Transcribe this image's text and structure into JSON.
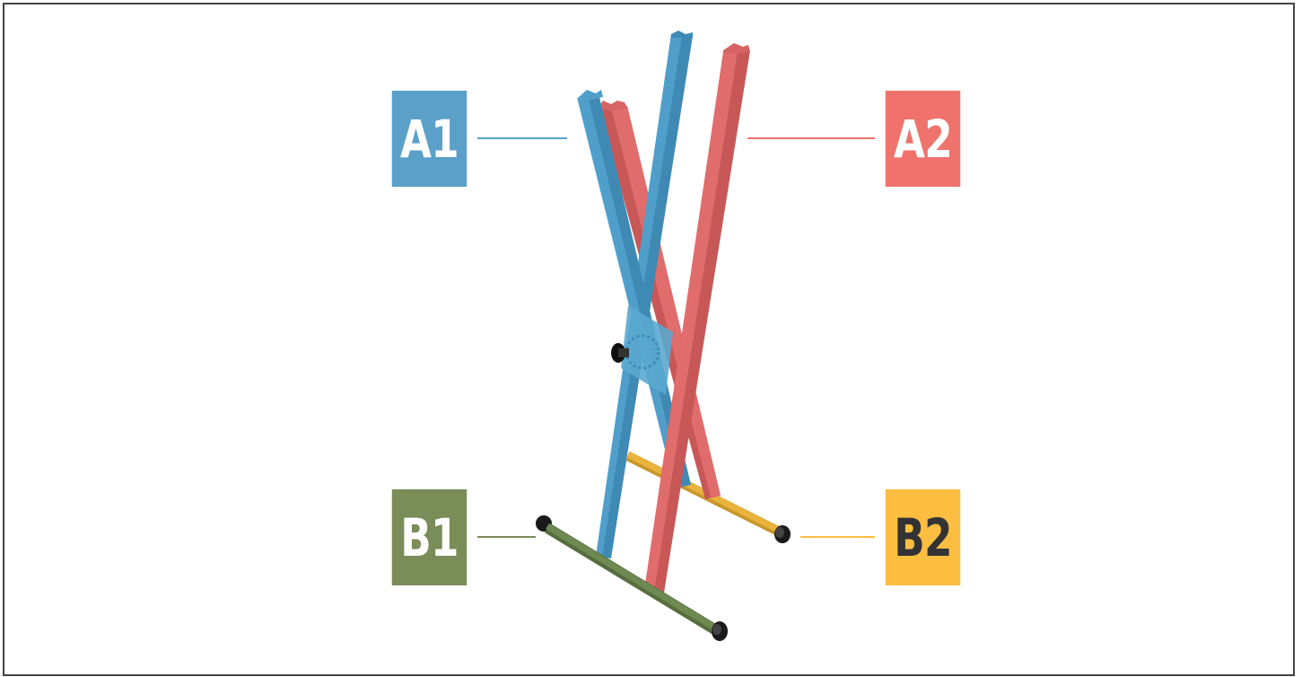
{
  "labels": {
    "a1": {
      "text": "A1",
      "bg": "#5aa0c9",
      "fg": "#ffffff"
    },
    "a2": {
      "text": "A2",
      "bg": "#ef736c",
      "fg": "#ffffff"
    },
    "b1": {
      "text": "B1",
      "bg": "#7a8c57",
      "fg": "#ffffff"
    },
    "b2": {
      "text": "B2",
      "bg": "#fcbe41",
      "fg": "#333333"
    }
  },
  "parts": {
    "a1_color": "#4f9fca",
    "a2_color": "#e06c6c",
    "b1_color": "#6e8a52",
    "b2_color": "#e9b43d",
    "cap_color": "#1a1a1a"
  }
}
